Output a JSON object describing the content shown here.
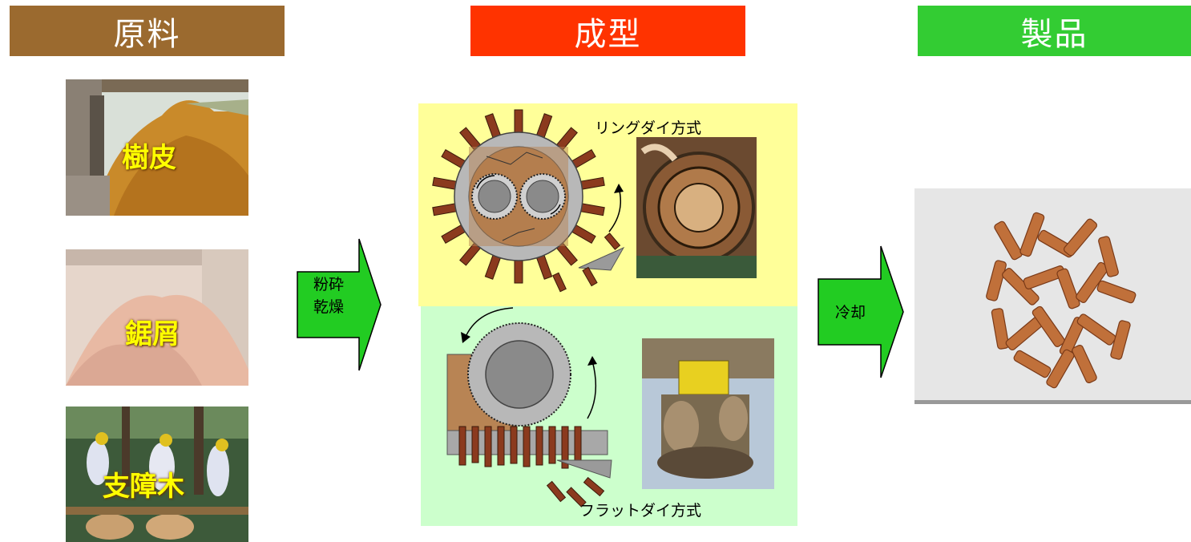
{
  "headers": {
    "raw": "原料",
    "molding": "成型",
    "product": "製品"
  },
  "materials": [
    {
      "label": "樹皮"
    },
    {
      "label": "鋸屑"
    },
    {
      "label": "支障木"
    }
  ],
  "arrows": {
    "crush_dry": [
      "粉砕",
      "乾燥"
    ],
    "cooling": "冷却"
  },
  "methods": {
    "ring_die": "リングダイ方式",
    "flat_die": "フラットダイ方式"
  },
  "colors": {
    "raw_header": "#9b6a2f",
    "molding_header": "#ff3300",
    "product_header": "#33cc33",
    "arrow_green": "#22cc22",
    "ring_panel": "#ffff99",
    "flat_panel": "#ccffcc",
    "die_rod": "#8b3a1e"
  }
}
